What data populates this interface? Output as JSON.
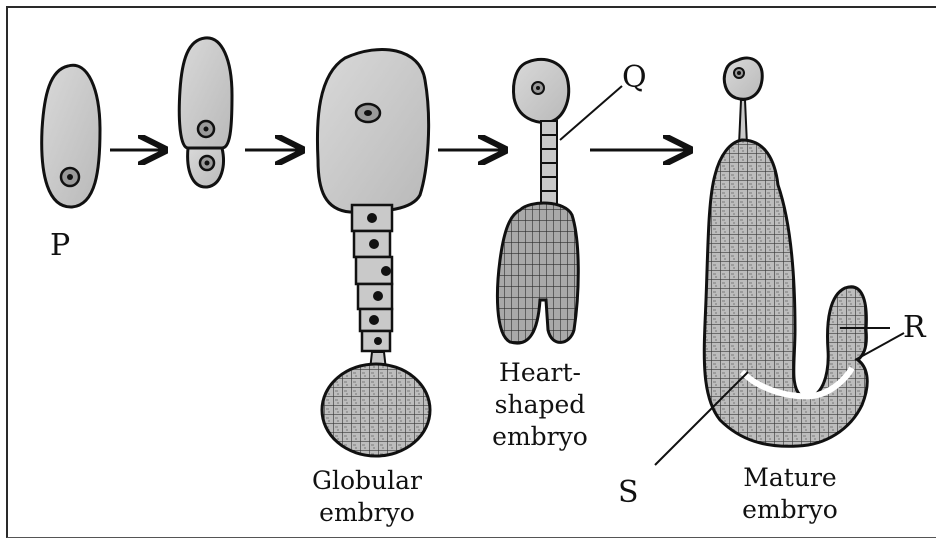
{
  "markers": {
    "p": "P",
    "q": "Q",
    "r": "R",
    "s": "S"
  },
  "captions": {
    "globular_line1": "Globular",
    "globular_line2": "embryo",
    "heart_line1": "Heart-",
    "heart_line2": "shaped",
    "heart_line3": "embryo",
    "mature_line1": "Mature",
    "mature_line2": "embryo"
  }
}
